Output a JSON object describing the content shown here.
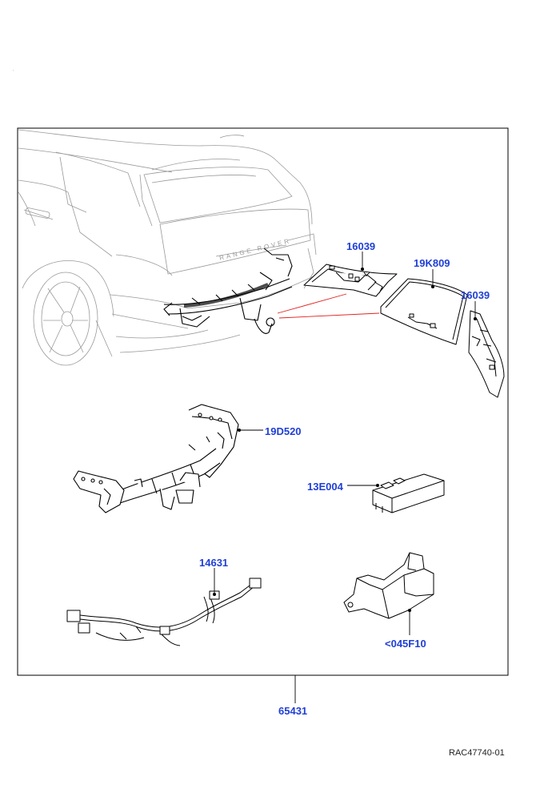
{
  "diagram": {
    "reference": "RAC47740-01",
    "part_numbers": {
      "kit": "65431",
      "bumper_trim_left": "16039",
      "bumper_trim_right": "16039",
      "cover_panel": "19K809",
      "tow_bar_assembly": "19D520",
      "control_module": "13E004",
      "wiring_harness": "14631",
      "module_bracket": "<045F10"
    },
    "colors": {
      "callout": "#1f3fd6",
      "line_art": "#000000",
      "ghost_vehicle": "#9a9a9a",
      "leader_red": "#e0201c"
    }
  }
}
